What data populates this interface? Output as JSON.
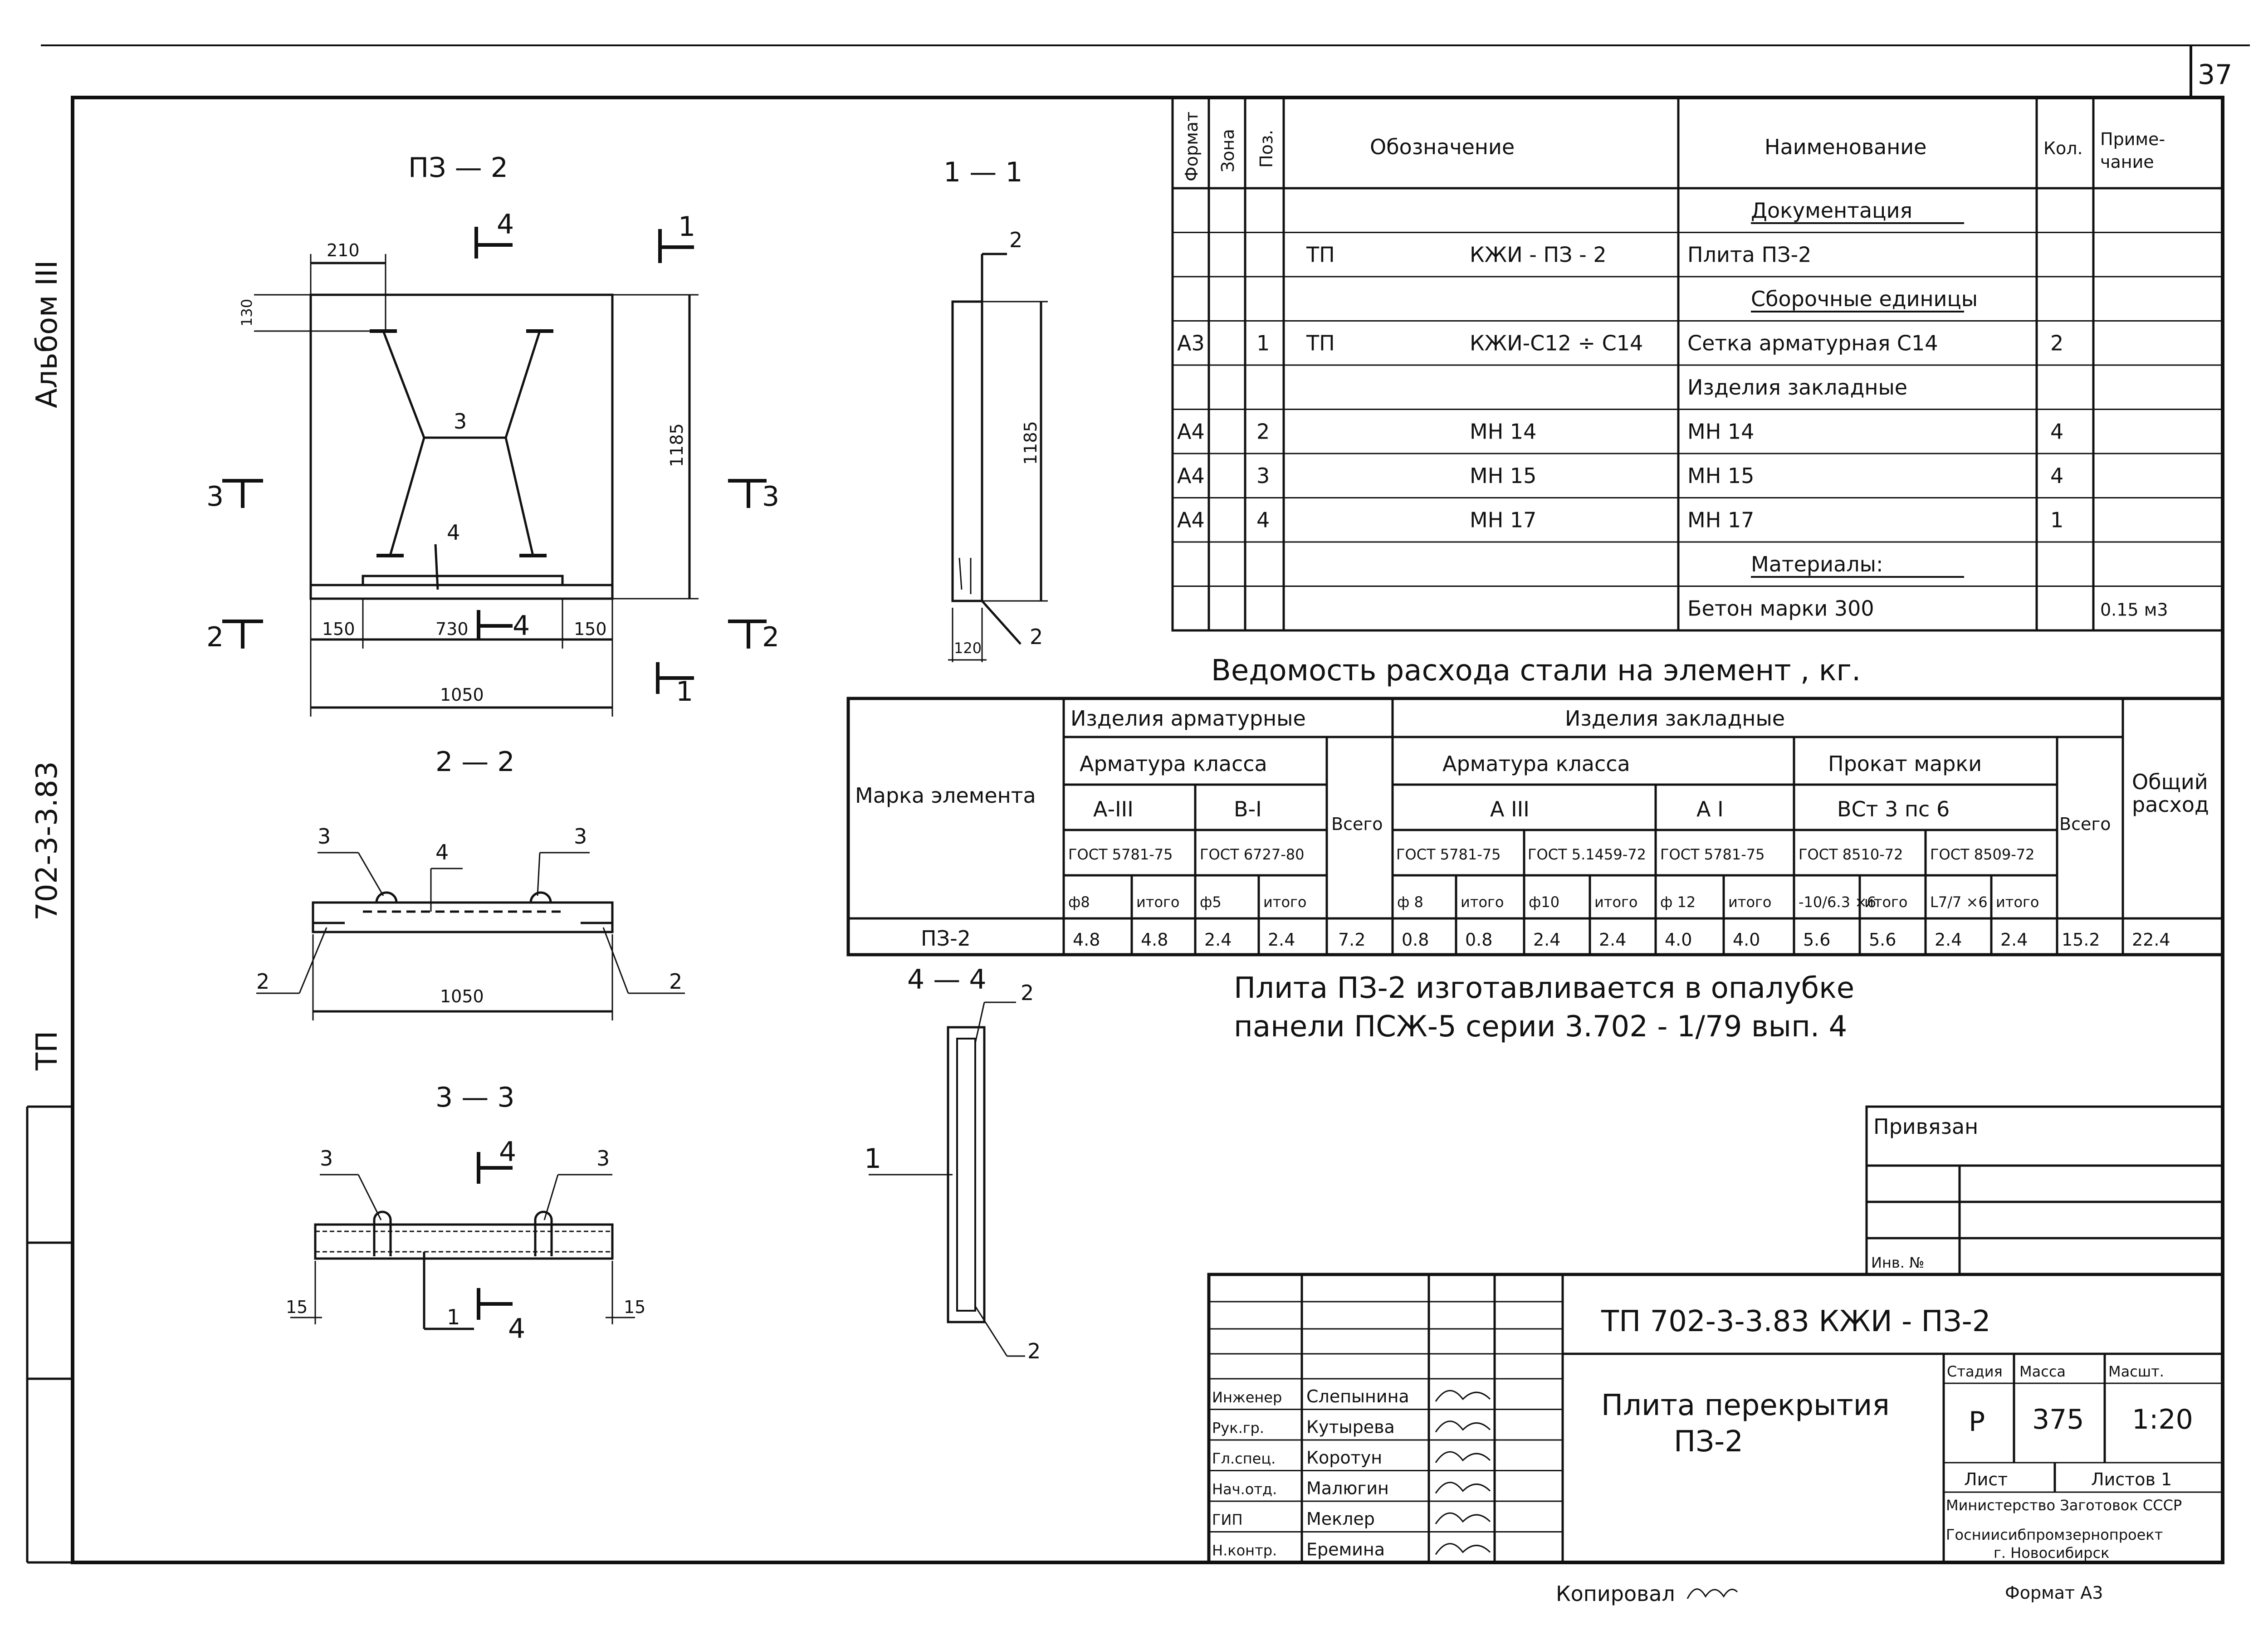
{
  "sheet_number": "37",
  "side_labels": {
    "album": "Альбом III",
    "code": "702-3-3.83",
    "tp": "ТП"
  },
  "views": {
    "plan": {
      "title": "ПЗ — 2",
      "dim_top": "210",
      "dim_side": "130",
      "dim_height": "1185",
      "dim_b1": "150",
      "dim_b2": "730",
      "dim_b3": "150",
      "dim_total": "1050",
      "pos3": "3",
      "pos4": "4",
      "cut4": "4",
      "cut1": "1",
      "cut3": "3",
      "cut2": "2"
    },
    "s11": {
      "title": "1 — 1",
      "dim_h": "1185",
      "dim_b": "120",
      "lbl2a": "2",
      "lbl2b": "2"
    },
    "s22": {
      "title": "2 — 2",
      "dim": "1050",
      "l3a": "3",
      "l4": "4",
      "l3b": "3",
      "l2a": "2",
      "l2b": "2"
    },
    "s33": {
      "title": "3 — 3",
      "l3a": "3",
      "l4": "4",
      "l3b": "3",
      "l15a": "15",
      "l15b": "15",
      "l1": "1",
      "l4b": "4"
    },
    "s44": {
      "title": "4 — 4",
      "l2a": "2",
      "l1": "1",
      "l2b": "2"
    }
  },
  "spec": {
    "headers": {
      "format": "Формат",
      "zone": "Зона",
      "pos": "Поз.",
      "designation": "Обозначение",
      "name": "Наименование",
      "qty": "Кол.",
      "note": "Приме-чание"
    },
    "rows": [
      {
        "f": "",
        "z": "",
        "p": "",
        "d1": "",
        "d2": "",
        "n": "Документация",
        "q": "",
        "note": "",
        "u": true
      },
      {
        "f": "",
        "z": "",
        "p": "",
        "d1": "ТП",
        "d2": "КЖИ - ПЗ - 2",
        "n": "Плита  ПЗ-2",
        "q": "",
        "note": "",
        "u": false
      },
      {
        "f": "",
        "z": "",
        "p": "",
        "d1": "",
        "d2": "",
        "n": "Сборочные  единицы",
        "q": "",
        "note": "",
        "u": true
      },
      {
        "f": "А3",
        "z": "",
        "p": "1",
        "d1": "ТП",
        "d2": "КЖИ-С12 ÷ С14",
        "n": "Сетка арматурная   С14",
        "q": "2",
        "note": "",
        "u": false
      },
      {
        "f": "",
        "z": "",
        "p": "",
        "d1": "",
        "d2": "",
        "n": "Изделия   закладные",
        "q": "",
        "note": "",
        "u": false
      },
      {
        "f": "А4",
        "z": "",
        "p": "2",
        "d1": "",
        "d2": "МН 14",
        "n": "МН 14",
        "q": "4",
        "note": "",
        "u": false
      },
      {
        "f": "А4",
        "z": "",
        "p": "3",
        "d1": "",
        "d2": "МН 15",
        "n": "МН 15",
        "q": "4",
        "note": "",
        "u": false
      },
      {
        "f": "А4",
        "z": "",
        "p": "4",
        "d1": "",
        "d2": "МН 17",
        "n": "МН 17",
        "q": "1",
        "note": "",
        "u": false
      },
      {
        "f": "",
        "z": "",
        "p": "",
        "d1": "",
        "d2": "",
        "n": "Материалы:",
        "q": "",
        "note": "",
        "u": true
      },
      {
        "f": "",
        "z": "",
        "p": "",
        "d1": "",
        "d2": "",
        "n": "Бетон  марки  300",
        "q": "",
        "note": "0.15 м3",
        "u": false
      }
    ]
  },
  "steel": {
    "title": "Ведомость  расхода   стали  на  элемент , кг.",
    "mark_header": "Марка  элемента",
    "group1": "Изделия   арматурные",
    "group2": "Изделия   закладные",
    "arm_class": "Арматура  класса",
    "arm_class2": "Арматура  класса",
    "prokat": "Прокат  марки",
    "a3": "А-III",
    "b1": "В-I",
    "total1": "Всего",
    "a3b": "А III",
    "a1": "А I",
    "vst": "ВСт 3  пс 6",
    "total2": "Всего",
    "general": "Общий расход",
    "gost1": "ГОСТ 5781-75",
    "gost2": "ГОСТ 6727-80",
    "gost3": "ГОСТ 5781-75",
    "gost4": "ГОСТ 5.1459-72",
    "gost5": "ГОСТ 5781-75",
    "gost6": "ГОСТ 8510-72",
    "gost7": "ГОСТ 8509-72",
    "sub": [
      "ф8",
      "итого",
      "ф5",
      "итого",
      "ф 8",
      "итого",
      "ф10",
      "итого",
      "ф 12",
      "итого",
      "-10/6.3 ×6",
      "итого",
      "L7/7 ×6",
      "итого"
    ],
    "row": {
      "mark": "ПЗ-2",
      "v": [
        "4.8",
        "4.8",
        "2.4",
        "2.4",
        "7.2",
        "0.8",
        "0.8",
        "2.4",
        "2.4",
        "4.0",
        "4.0",
        "5.6",
        "5.6",
        "2.4",
        "2.4",
        "15.2",
        "22.4"
      ]
    }
  },
  "note": {
    "line1": "Плита   ПЗ-2   изготавливается   в   опалубке",
    "line2": "панели   ПСЖ-5   серии  3.702 - 1/79   вып. 4"
  },
  "binding": {
    "privyazan": "Привязан",
    "inv": "Инв. №"
  },
  "title_block": {
    "code": "ТП  702-3-3.83   КЖИ - ПЗ-2",
    "name1": "Плита  перекрытия",
    "name2": "ПЗ-2",
    "stage_h": "Стадия",
    "mass_h": "Масса",
    "scale_h": "Масшт.",
    "stage": "Р",
    "mass": "375",
    "scale": "1:20",
    "sheet": "Лист",
    "sheets": "Листов 1",
    "org1": "Министерство Заготовок СССР",
    "org2": "Госниисибпромзернопроект",
    "org3": "г. Новосибирск",
    "people": [
      {
        "role": "Инженер",
        "name": "Слепынина"
      },
      {
        "role": "Рук.гр.",
        "name": "Кутырева"
      },
      {
        "role": "Гл.спец.",
        "name": "Коротун"
      },
      {
        "role": "Нач.отд.",
        "name": "Малюгин"
      },
      {
        "role": "ГИП",
        "name": "Меклер"
      },
      {
        "role": "Н.контр.",
        "name": "Еремина"
      }
    ]
  },
  "footer": {
    "copied": "Копировал",
    "format": "Формат  А3"
  }
}
